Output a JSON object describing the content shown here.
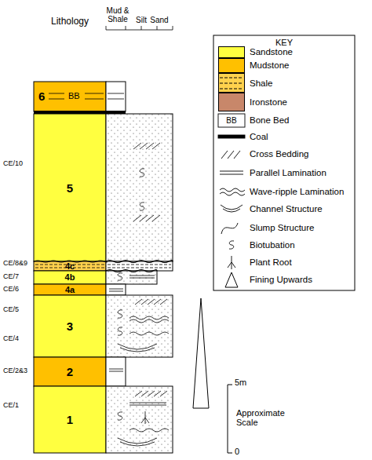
{
  "diagram": {
    "nodes": [
      {
        "text": [
          "6",
          "BB"
        ]
      },
      {
        "text": [
          "5"
        ]
      },
      {
        "text": [
          "4c"
        ]
      },
      {
        "text": [
          "4b"
        ]
      },
      {
        "text": [
          "4a"
        ]
      },
      {
        "text": [
          "3"
        ]
      },
      {
        "text": [
          "2"
        ]
      },
      {
        "text": [
          "1"
        ]
      }
    ],
    "labels": [
      "Lithology",
      "Mud & Shale",
      "Silt",
      "Sand",
      "CE/10",
      "CE/8&9",
      "CE/7",
      "CE/6",
      "CE/5",
      "CE/4",
      "CE/2&3",
      "CE/1",
      "KEY",
      "BB",
      "5m",
      "Approximate Scale",
      "0"
    ],
    "legend": [
      {
        "text": "Sandstone",
        "color": "#ffff40"
      },
      {
        "text": "Mudstone",
        "color": "#ffc000"
      },
      {
        "text": "Shale",
        "color": "#ffd24d"
      },
      {
        "text": "Ironstone",
        "color": "#c8876a"
      },
      {
        "text": "Bone Bed"
      },
      {
        "text": "Coal"
      },
      {
        "text": "Cross Bedding"
      },
      {
        "text": "Parallel Lamination"
      },
      {
        "text": "Wave-ripple Lamination"
      },
      {
        "text": "Channel Structure"
      },
      {
        "text": "Slump Structure"
      },
      {
        "text": "Biotubation"
      },
      {
        "text": "Plant Root"
      },
      {
        "text": "Fining Upwards"
      }
    ]
  }
}
